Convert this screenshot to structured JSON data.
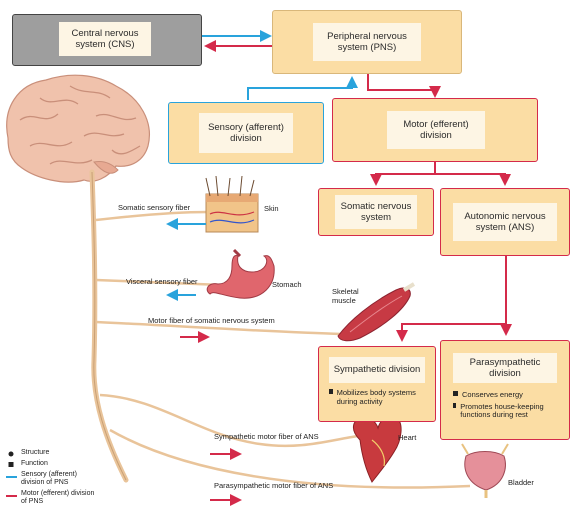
{
  "boxes": {
    "cns": "Central nervous system (CNS)",
    "pns": "Peripheral nervous system (PNS)",
    "sensory": "Sensory (afferent) division",
    "motor": "Motor (efferent) division",
    "somatic": "Somatic nervous system",
    "ans": "Autonomic nervous system (ANS)",
    "sympathetic": "Sympathetic division",
    "parasympathetic": "Parasympathetic division"
  },
  "functions": {
    "sympathetic": [
      "Mobilizes body systems during activity"
    ],
    "parasympathetic": [
      "Conserves energy",
      "Promotes house-keeping functions during rest"
    ]
  },
  "fibers": {
    "somatic_sensory": "Somatic sensory fiber",
    "visceral_sensory": "Visceral sensory fiber",
    "motor_somatic": "Motor fiber of somatic nervous system",
    "sympathetic_motor": "Sympathetic motor fiber of ANS",
    "parasympathetic_motor": "Parasympathetic motor fiber of ANS"
  },
  "organs": {
    "skin": "Skin",
    "stomach": "Stomach",
    "skeletal_muscle": "Skeletal muscle",
    "heart": "Heart",
    "bladder": "Bladder"
  },
  "legend": {
    "structure": "Structure",
    "function": "Function",
    "sensory": "Sensory (afferent) division of PNS",
    "motor": "Motor (efferent) division of PNS"
  },
  "colors": {
    "sensory_blue": "#29a3dc",
    "motor_red": "#d42a4a",
    "box_fill": "#fbdda4",
    "inner_fill": "#fdf5e4",
    "cns_fill": "#9e9e9e",
    "nerve_tan": "#e9c49a"
  }
}
